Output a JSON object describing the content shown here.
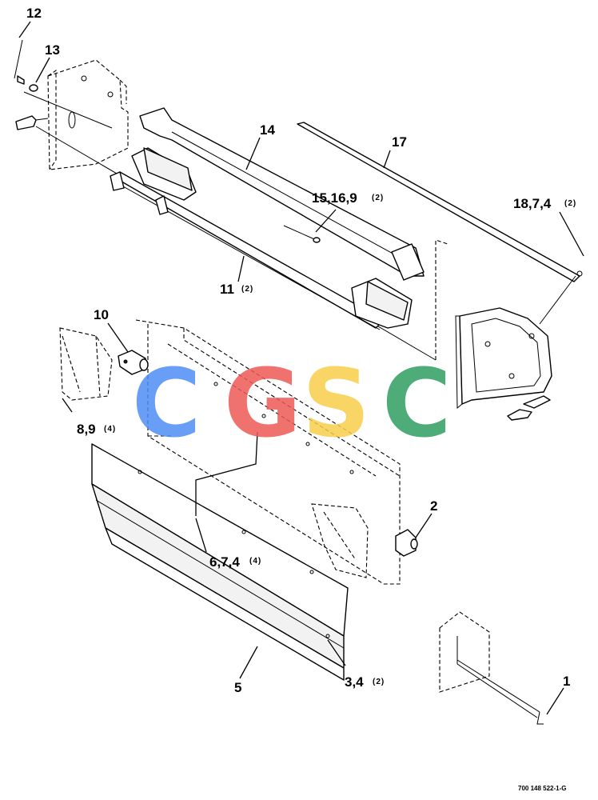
{
  "callouts": [
    {
      "id": "c12",
      "label": "12",
      "qty": ""
    },
    {
      "id": "c13",
      "label": "13",
      "qty": ""
    },
    {
      "id": "c14",
      "label": "14",
      "qty": ""
    },
    {
      "id": "c17",
      "label": "17",
      "qty": ""
    },
    {
      "id": "c15",
      "label": "15,16,9",
      "qty": "(2)"
    },
    {
      "id": "c18",
      "label": "18,7,4",
      "qty": "(2)"
    },
    {
      "id": "c11",
      "label": "11",
      "qty": "(2)"
    },
    {
      "id": "c10",
      "label": "10",
      "qty": ""
    },
    {
      "id": "c89",
      "label": "8,9",
      "qty": "(4)"
    },
    {
      "id": "c2",
      "label": "2",
      "qty": ""
    },
    {
      "id": "c674",
      "label": "6,7,4",
      "qty": "(4)"
    },
    {
      "id": "c5",
      "label": "5",
      "qty": ""
    },
    {
      "id": "c34",
      "label": "3,4",
      "qty": "(2)"
    },
    {
      "id": "c1",
      "label": "1",
      "qty": ""
    }
  ],
  "drawing_code": "700 148 522-1-G",
  "watermark": {
    "letters": [
      "C",
      "G",
      "S",
      "C"
    ],
    "colors": [
      "#4f8ef5",
      "#ee5a55",
      "#f7ce4a",
      "#2e9e60"
    ]
  }
}
